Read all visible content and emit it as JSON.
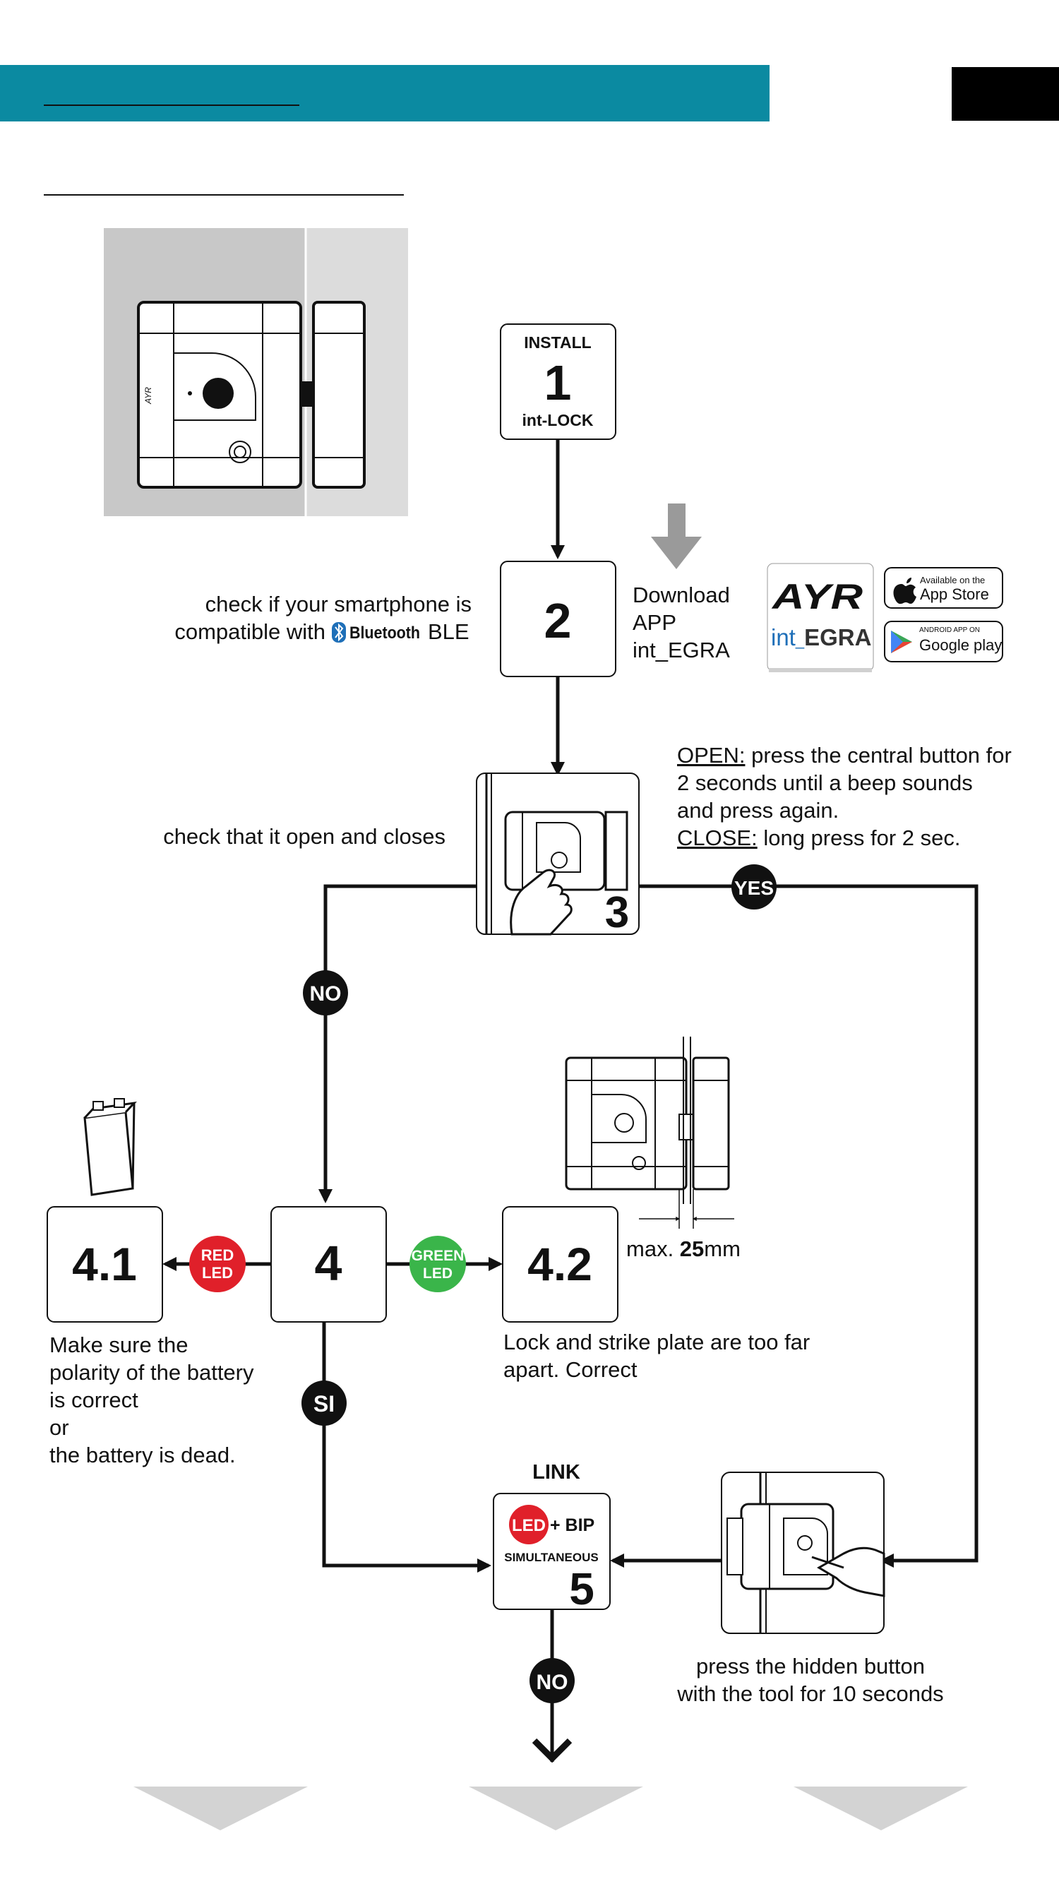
{
  "colors": {
    "header_bar": "#0b8aa1",
    "corner_block": "#000000",
    "red_led": "#e0202a",
    "green_led": "#3ab54a",
    "app_blue": "#1e6fb8",
    "grey_arrow": "#9a9a9a",
    "bottom_arrows": "#d3d3d3"
  },
  "steps": {
    "s1": {
      "top": "INSTALL",
      "number": "1",
      "bottom": "int-LOCK"
    },
    "s2": {
      "number": "2"
    },
    "s3": {
      "number": "3"
    },
    "s4": {
      "number": "4"
    },
    "s41": {
      "number": "4.1"
    },
    "s42": {
      "number": "4.2"
    },
    "s5": {
      "heading": "LINK",
      "led": "LED",
      "plus": "+ BIP",
      "simultaneous": "SIMULTANEOUS",
      "number": "5"
    }
  },
  "notes": {
    "compat_line1": "check if your smartphone is",
    "compat_line2": "compatible with",
    "bluetooth": "Bluetooth",
    "ble": "BLE",
    "download": [
      "Download",
      "APP",
      "int_EGRA"
    ],
    "check_open": "check that it open and closes",
    "open_label": "OPEN:",
    "open_text": " press the central button for",
    "open_line2": "2 seconds until a beep sounds",
    "open_line3": "and press again.",
    "close_label": "CLOSE:",
    "close_text": " long press for 2 sec.",
    "battery": [
      "Make sure the",
      "polarity of the battery",
      "is correct",
      "or",
      "the battery is dead."
    ],
    "far_apart": [
      "Lock and strike plate are too far",
      "apart. Correct"
    ],
    "max_pre": "max. ",
    "max_num": "25",
    "max_unit": "mm",
    "hidden_button": [
      "press the hidden button",
      "with the tool for 10 seconds"
    ]
  },
  "badges": {
    "yes": "YES",
    "no_1": "NO",
    "si": "SI",
    "no_2": "NO",
    "red_led": [
      "RED",
      "LED"
    ],
    "green_led": [
      "GREEN",
      "LED"
    ]
  },
  "app_logo": {
    "brand": "AYR",
    "product_prefix": "int",
    "product_suffix": "EGRA"
  },
  "stores": {
    "apple_small": "Available on the",
    "apple_big": "App Store",
    "google_small": "ANDROID APP ON",
    "google_big": "Google play"
  },
  "device_logo": "AYR"
}
